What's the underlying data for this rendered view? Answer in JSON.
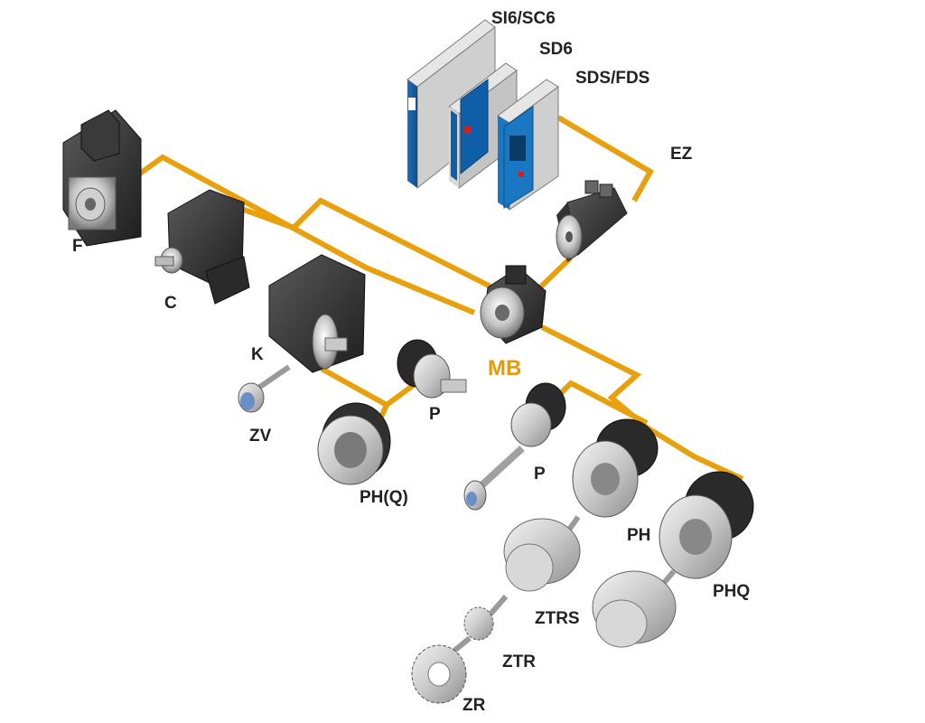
{
  "colors": {
    "connector": "#E8A00C",
    "accent_label": "#E39B0B",
    "label": "#222222"
  },
  "labels": {
    "si6_sc6": "SI6/SC6",
    "sd6": "SD6",
    "sds_fds": "SDS/FDS",
    "ez": "EZ",
    "f": "F",
    "c": "C",
    "k": "K",
    "zv": "ZV",
    "p_left": "P",
    "ph_q": "PH(Q)",
    "mb": "MB",
    "p_right": "P",
    "ph": "PH",
    "phq": "PHQ",
    "ztrs": "ZTRS",
    "ztr": "ZTR",
    "zr": "ZR"
  }
}
